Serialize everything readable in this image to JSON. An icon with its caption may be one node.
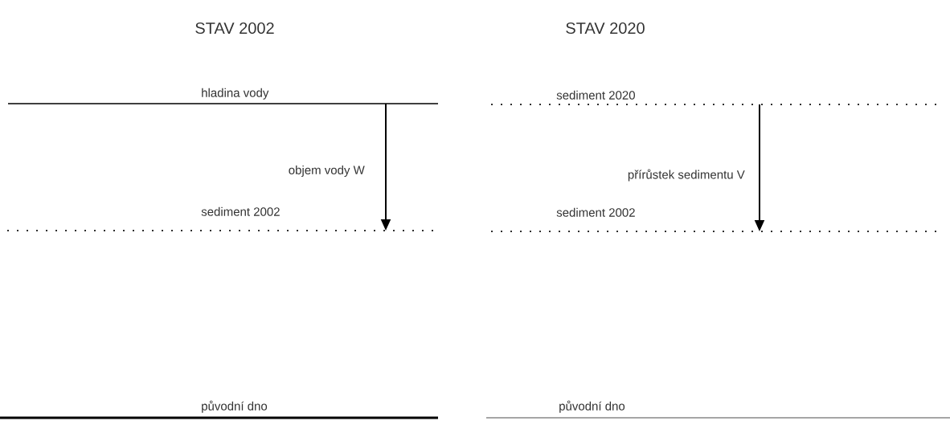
{
  "diagram": {
    "nodes": [
      {
        "text": [
          "hladina vody"
        ]
      },
      {
        "text": [
          "sediment 2002"
        ]
      },
      {
        "text": [
          "původní dno"
        ]
      },
      {
        "text": [
          "sediment 2020"
        ]
      },
      {
        "text": [
          "sediment 2002"
        ]
      },
      {
        "text": [
          "původní dno"
        ]
      }
    ],
    "edges": [
      {
        "from": 0,
        "to": 1,
        "arrow": "to",
        "label": "objem vody W"
      },
      {
        "from": 3,
        "to": 4,
        "arrow": "to",
        "label": "přírůstek sedimentu V"
      }
    ],
    "labels": [
      "STAV 2002",
      "STAV 2020"
    ]
  }
}
